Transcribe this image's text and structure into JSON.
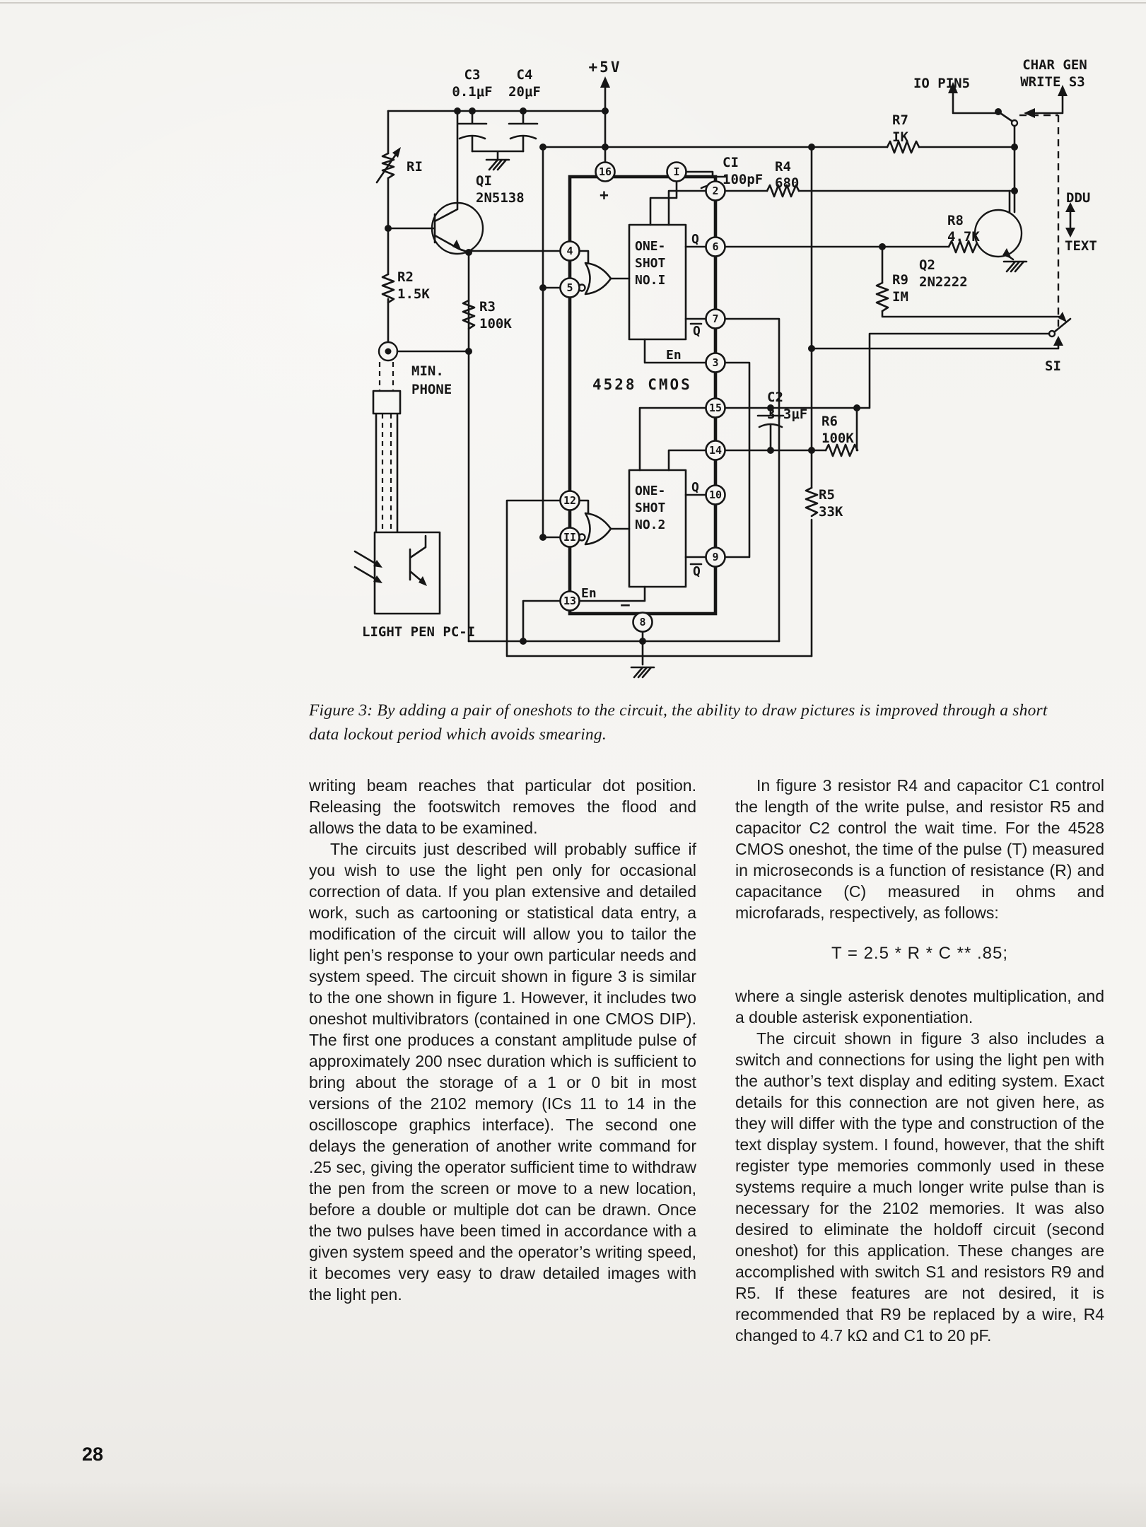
{
  "page": {
    "number": "28"
  },
  "figure": {
    "caption_line1": "Figure 3: By adding a pair of oneshots to the circuit, the ability to draw pictures is improved through a short",
    "caption_line2": "data lockout period which avoids smearing.",
    "labels": {
      "power": "+5V",
      "c3": "C3",
      "c3v": "0.1μF",
      "c4": "C4",
      "c4v": "20μF",
      "c1": "CI",
      "c1v": "100pF",
      "c2": "C2",
      "c2v": "3.3μF",
      "r1": "RI",
      "r2": "R2",
      "r2v": "1.5K",
      "r3": "R3",
      "r3v": "100K",
      "r4": "R4",
      "r4v": "680",
      "r5": "R5",
      "r5v": "33K",
      "r6": "R6",
      "r6v": "100K",
      "r7": "R7",
      "r7v": "IK",
      "r8": "R8",
      "r8v": "4.7K",
      "r9": "R9",
      "r9v": "IM",
      "q1": "QI",
      "q1v": "2N5138",
      "q2": "Q2",
      "q2v": "2N2222",
      "ic": "4528 CMOS",
      "os1a": "ONE-",
      "os1b": "SHOT",
      "os1c": "NO.I",
      "os2c": "NO.2",
      "q": "Q",
      "en": "En",
      "plus": "+",
      "minus": "–",
      "io_pin5": "IO PIN5",
      "chargen1": "CHAR GEN",
      "chargen2": "WRITE S3",
      "ddu": "DDU",
      "text_mode": "TEXT",
      "s1": "SI",
      "minphone1": "MIN.",
      "minphone2": "PHONE",
      "lightpen": "LIGHT PEN PC-I"
    },
    "pins": {
      "p16": "16",
      "p1": "I",
      "p2": "2",
      "p6": "6",
      "p7": "7",
      "p3": "3",
      "p15": "15",
      "p14": "14",
      "p10": "10",
      "p9": "9",
      "p4": "4",
      "p5": "5",
      "p12": "12",
      "p11": "II",
      "p13": "13",
      "p8": "8"
    }
  },
  "article": {
    "left": {
      "p1": "writing beam reaches that particular dot position. Releasing the footswitch removes the flood and allows the data to be examined.",
      "p2": "The circuits just described will probably suffice if you wish to use the light pen only for occasional correction of data. If you plan extensive and detailed work, such as cartooning or statistical data entry, a modification of the circuit will allow you to tailor the light pen’s response to your own particular needs and system speed. The circuit shown in figure 3 is similar to the one shown in figure 1. However, it includes two oneshot multivibrators (contained in one CMOS DIP). The first one produces a constant amplitude pulse of approximately 200 nsec duration which is sufficient to bring about the storage of a 1 or 0 bit in most versions of the 2102 memory (ICs 11 to 14 in the oscilloscope graphics interface). The second one delays the generation of another write command for .25 sec, giving the operator sufficient time to withdraw the pen from the screen or move to a new location, before a double or multiple dot can be drawn. Once the two pulses have been timed in accordance with a given system speed and the operator’s writing speed, it becomes very easy to draw detailed images with the light pen."
    },
    "right": {
      "p1": "In figure 3 resistor R4 and capacitor C1 control the length of the write pulse, and resistor R5 and capacitor C2 control the wait time. For the 4528 CMOS oneshot, the time of the pulse (T) measured in microseconds is a function of resistance (R) and capacitance (C) measured in ohms and microfarads, respectively, as follows:",
      "formula": "T = 2.5 * R * C ** .85;",
      "p2": "where a single asterisk denotes multiplication, and a double asterisk exponentiation.",
      "p3": "The circuit shown in figure 3 also includes a switch and connections for using the light pen with the author’s text display and editing system. Exact details for this connection are not given here, as they will differ with the type and construction of the text display system. I found, however, that the shift register type memories commonly used in these systems require a much longer write pulse than is necessary for the 2102 memories. It was also desired to eliminate the holdoff circuit (second oneshot) for this application. These changes are accomplished with switch S1 and resistors R9 and R5. If these features are not desired, it is recommended that R9 be replaced by a wire, R4 changed to 4.7 kΩ and C1 to 20 pF."
    }
  }
}
